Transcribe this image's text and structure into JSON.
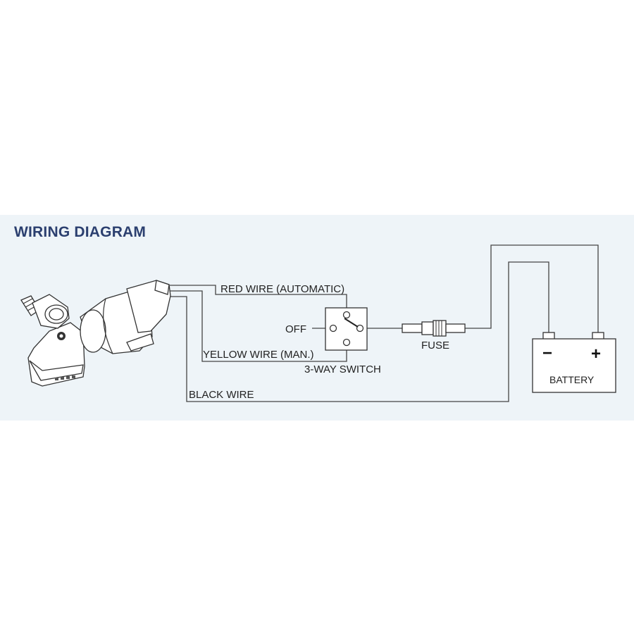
{
  "title": "WIRING DIAGRAM",
  "labels": {
    "red_wire": "RED WIRE (AUTOMATIC)",
    "yellow_wire": "YELLOW WIRE (MAN.)",
    "black_wire": "BLACK WIRE",
    "off": "OFF",
    "switch": "3-WAY SWITCH",
    "fuse": "FUSE",
    "battery": "BATTERY",
    "negative": "−",
    "positive": "+"
  },
  "colors": {
    "title": "#2b3f6f",
    "panel_background": "#eef4f8",
    "line": "#444444"
  },
  "icons": [
    "bilge-pump-icon",
    "switch-icon",
    "fuse-icon",
    "battery-icon"
  ]
}
